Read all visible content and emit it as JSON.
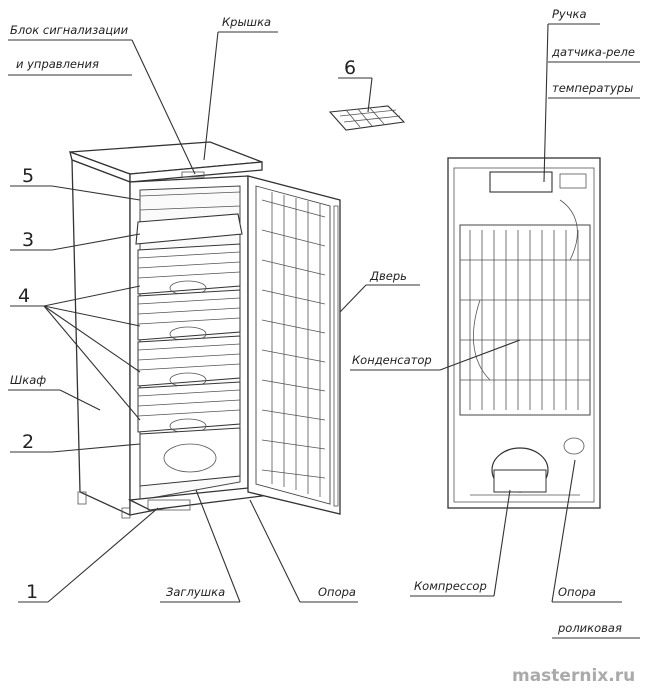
{
  "labels": {
    "block_line1": "Блок сигнализации",
    "block_line2": "и управления",
    "lid": "Крышка",
    "handle_line1": "Ручка",
    "handle_line2": "датчика-реле",
    "handle_line3": "температуры",
    "door": "Дверь",
    "condenser": "Конденсатор",
    "cabinet": "Шкаф",
    "plug": "Заглушка",
    "support": "Опора",
    "compressor": "Компрессор",
    "roller_support_line1": "Опора",
    "roller_support_line2": "роликовая"
  },
  "numbers": {
    "n1": "1",
    "n2": "2",
    "n3": "3",
    "n4": "4",
    "n5": "5",
    "n6": "6"
  },
  "watermark": "masternix.ru"
}
